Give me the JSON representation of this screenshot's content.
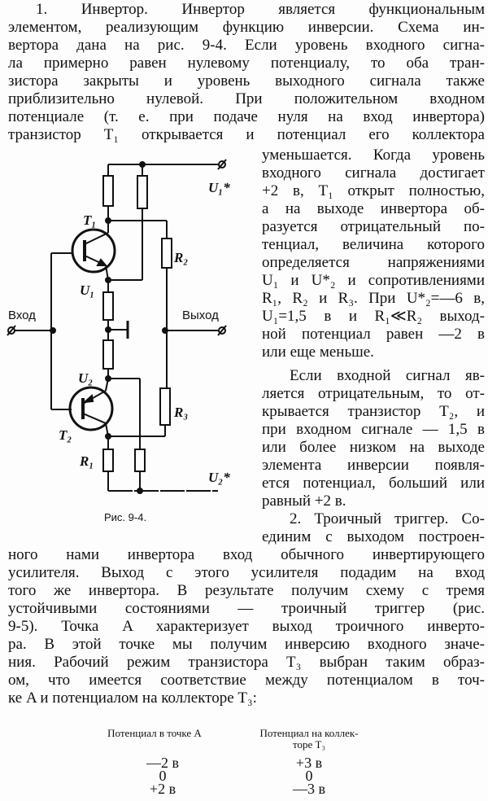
{
  "lines_top": [
    "1. Инвертор. Инвертор  является функциональным",
    "элементом, реализующим функцию инверсии. Схема ин-",
    "вертора дана на рис. 9-4. Если уровень входного сигна-",
    "ла примерно равен нулевому потенциалу, то оба тран-",
    "зистора закрыты и уровень выходного сигнала также",
    "приблизительно нулевой. При положительном входном",
    "потенциале (т. е. при подаче нуля на вход инвертора)",
    "транзистор T₁ открывается и потенциал его коллектора"
  ],
  "lines_col": [
    "уменьшается. Когда уровень",
    "входного сигнала достигает",
    "+2 в, T₁ открыт полностью,",
    "а на выходе инвертора об-",
    "разуется отрицательный по-",
    "тенциал, величина которого",
    "определяется напряжениями",
    "U₁ и U*₂ и сопротивлениями",
    "R₁, R₂ и R₃. При U*₂=—6 в,",
    "U₁=1,5 в и R₁≪R₂ выход-",
    "ной потенциал равен —2 в",
    "или еще меньше.",
    "Если входной сигнал яв-",
    "ляется отрицательным, то от-",
    "крывается транзистор T₂, и",
    "при входном сигнале — 1,5 в",
    "или более низком на выходе",
    "элемента инверсии появля-",
    "ется потенциал, больший или",
    "равный +2 в.",
    "2. Троичный триггер. Со-",
    "единим с выходом построен-"
  ],
  "lines_bottom": [
    "ного нами  инвертора вход обычного инвертирующего",
    "усилителя. Выход с этого усилителя подадим на вход",
    "того же инвертора. В результате получим схему с тремя",
    "устойчивыми состояниями — троичный триггер (рис.",
    "9-5). Точка A характеризует выход троичного инверто-",
    "ра. В этой точке мы получим инверсию входного значе-",
    "ния. Рабочий режим транзистора T₃ выбран таким образ-",
    "ом, что имеется соответствие между потенциалом в точ-",
    "ке A и потенциалом на коллекторе T₃:"
  ],
  "figure": {
    "caption": "Рис. 9-4.",
    "input_label": "Вход",
    "output_label": "Выход",
    "T1": "T₁",
    "T2": "T₂",
    "U1": "U₁",
    "U2": "U₂",
    "R1": "R₁",
    "R2": "R₂",
    "R3": "R₃",
    "U1_star": "U₁*",
    "U2_star": "U₂*"
  },
  "table": {
    "col1_header": "Потенциал в точке A",
    "col2_header_1": "Потенциал на коллек-",
    "col2_header_2": "торе T₃",
    "rows": [
      [
        "—2 в",
        "+3 в"
      ],
      [
        "0",
        "0"
      ],
      [
        "+2 в",
        "—3 в"
      ]
    ]
  }
}
